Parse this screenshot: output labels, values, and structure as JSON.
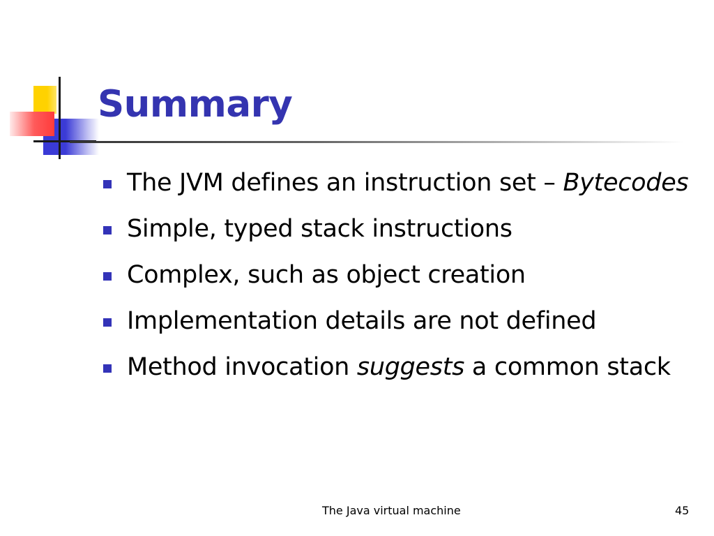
{
  "slide": {
    "title": "Summary",
    "bullets": [
      {
        "text": "The JVM defines an instruction set – ",
        "italic": "Bytecodes",
        "after": ""
      },
      {
        "text": "Simple, typed stack instructions",
        "italic": "",
        "after": ""
      },
      {
        "text": "Complex, such as object creation",
        "italic": "",
        "after": ""
      },
      {
        "text": "Implementation details are not defined",
        "italic": "",
        "after": ""
      },
      {
        "text": "Method invocation ",
        "italic": "suggests",
        "after": " a common stack"
      }
    ],
    "footer": "The Java virtual machine",
    "page_number": "45"
  },
  "colors": {
    "title": "#3434b0",
    "bullet_marker": "#3333b8",
    "logo_yellow": "#ffd200",
    "logo_red": "#ff3b3b",
    "logo_blue": "#3a3ad6"
  },
  "icons": {
    "logo": "overlapping-squares-logo",
    "bullet": "square-bullet"
  }
}
